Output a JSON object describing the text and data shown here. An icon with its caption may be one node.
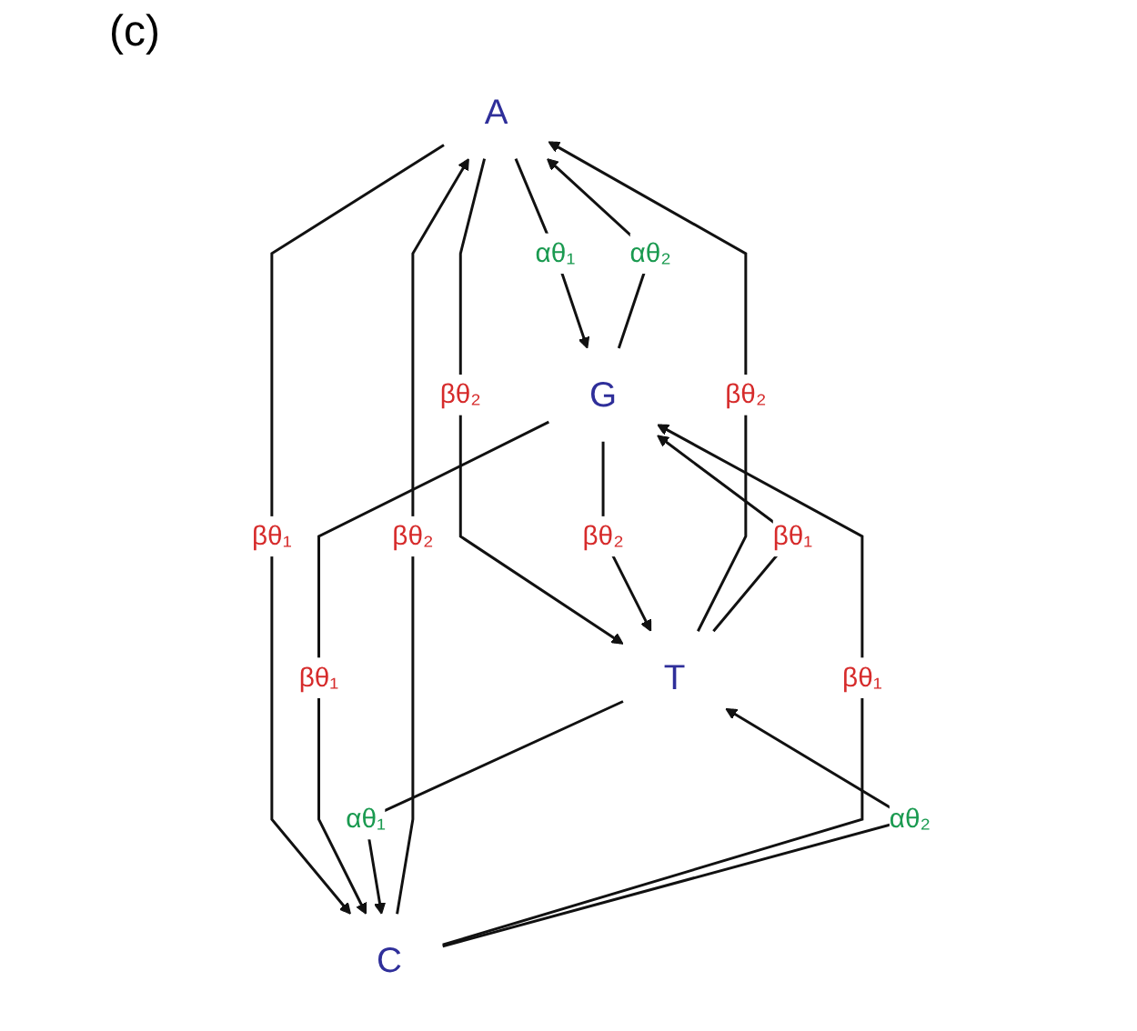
{
  "diagram": {
    "nodes": [
      {
        "text": [
          "A"
        ]
      },
      {
        "text": [
          "G"
        ]
      },
      {
        "text": [
          "T"
        ]
      },
      {
        "text": [
          "C"
        ]
      }
    ],
    "edges": [
      {
        "from": 0,
        "to": 1,
        "arrow": "to",
        "label": "αθ₁"
      },
      {
        "from": 1,
        "to": 0,
        "arrow": "to",
        "label": "αθ₂"
      },
      {
        "from": 0,
        "to": 2,
        "arrow": "to",
        "label": "βθ₂"
      },
      {
        "from": 2,
        "to": 0,
        "arrow": "to",
        "label": "βθ₂"
      },
      {
        "from": 0,
        "to": 3,
        "arrow": "to",
        "label": "βθ₁"
      },
      {
        "from": 3,
        "to": 0,
        "arrow": "to",
        "label": "βθ₂"
      },
      {
        "from": 1,
        "to": 2,
        "arrow": "to",
        "label": "βθ₂"
      },
      {
        "from": 2,
        "to": 1,
        "arrow": "to",
        "label": "βθ₁"
      },
      {
        "from": 1,
        "to": 3,
        "arrow": "to",
        "label": "βθ₁"
      },
      {
        "from": 3,
        "to": 1,
        "arrow": "to",
        "label": "βθ₁"
      },
      {
        "from": 2,
        "to": 3,
        "arrow": "to",
        "label": "αθ₁"
      },
      {
        "from": 3,
        "to": 2,
        "arrow": "to",
        "label": "αθ₂"
      }
    ],
    "labels": [
      "(c)"
    ]
  }
}
